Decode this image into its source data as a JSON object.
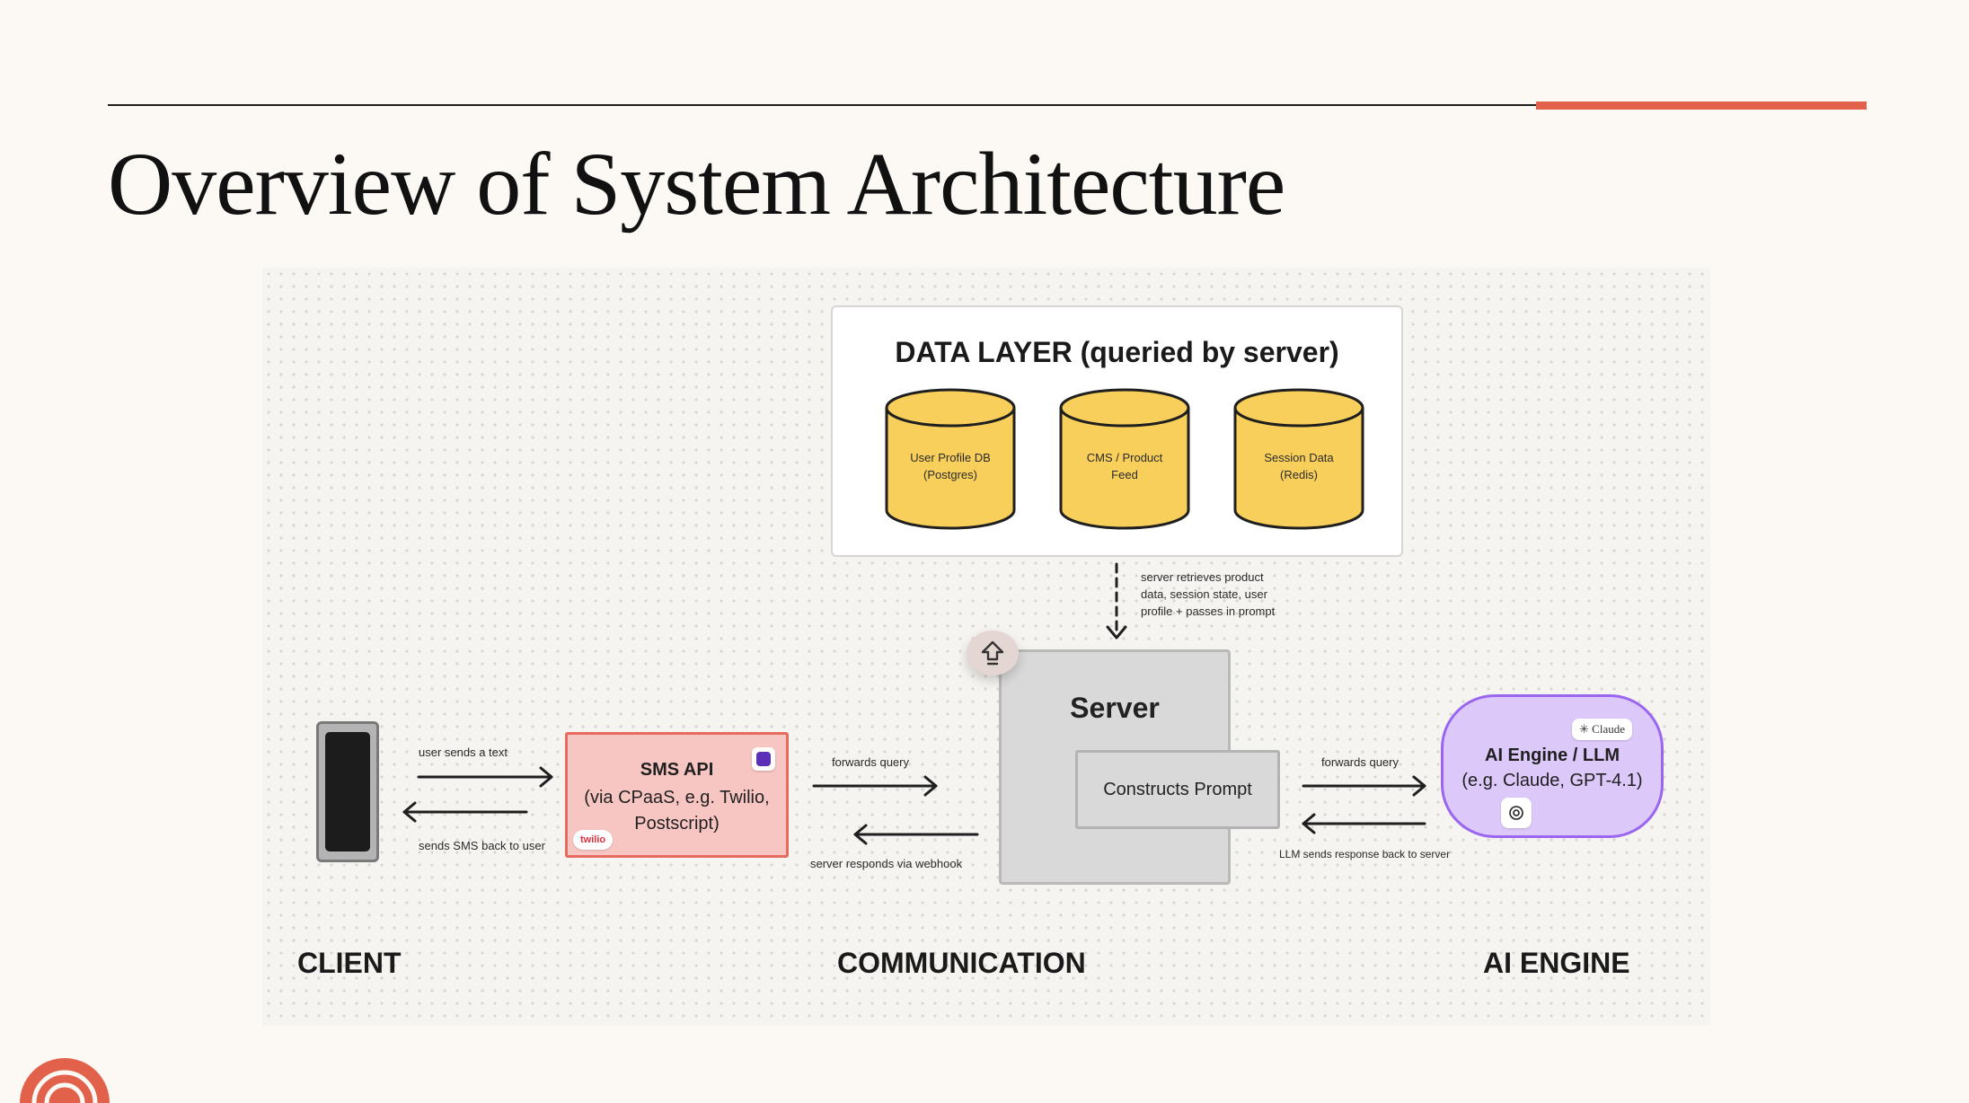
{
  "slide": {
    "title": "Overview of System Architecture"
  },
  "colors": {
    "accent": "#e2614a",
    "cylinder_fill": "#f8cf5a",
    "sms_fill": "#f8c6c2",
    "sms_border": "#e46b5e",
    "ai_fill": "#dcc8f9",
    "ai_border": "#9a66f0",
    "server_fill": "#d9d9d9"
  },
  "diagram": {
    "data_layer": {
      "title": "DATA LAYER (queried by server)",
      "databases": [
        {
          "line1": "User Profile DB",
          "line2": "(Postgres)"
        },
        {
          "line1": "CMS / Product",
          "line2": "Feed"
        },
        {
          "line1": "Session Data",
          "line2": "(Redis)"
        }
      ]
    },
    "retrieval_note": [
      "server retrieves product",
      "data, session state, user",
      "profile + passes in prompt"
    ],
    "server": {
      "title": "Server",
      "inner": "Constructs Prompt",
      "badge_icon": "upload-arrow-icon"
    },
    "sms_api": {
      "title": "SMS API",
      "lines": [
        "(via CPaaS, e.g. Twilio,",
        "Postscript)"
      ],
      "twilio_badge": "twilio",
      "app_icon": "postscript-app-icon"
    },
    "ai_engine": {
      "title": "AI Engine / LLM",
      "subtitle": "(e.g. Claude, GPT-4.1)",
      "claude_badge": "Claude",
      "openai_icon": "openai-icon"
    },
    "client": {
      "icon": "phone-icon"
    },
    "edges": {
      "user_sends": "user sends a text",
      "sends_back": "sends SMS back to user",
      "forwards_query_1": "forwards query",
      "server_responds": "server responds via webhook",
      "forwards_query_2": "forwards query",
      "llm_response": "LLM sends response back to server"
    },
    "sections": {
      "client": "CLIENT",
      "communication": "COMMUNICATION",
      "ai_engine": "AI ENGINE"
    }
  }
}
